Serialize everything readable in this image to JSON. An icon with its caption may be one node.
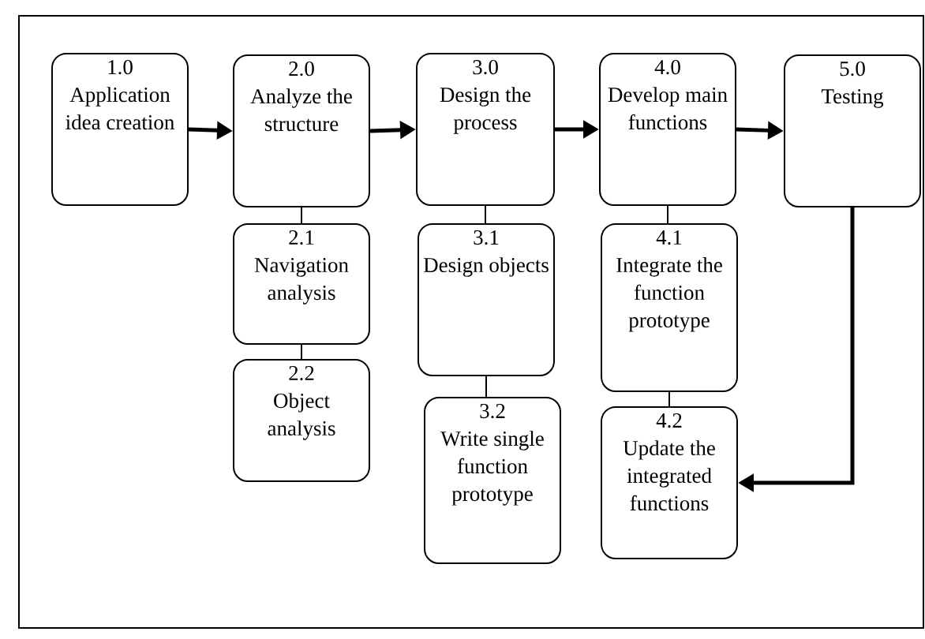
{
  "diagram": {
    "nodes": [
      {
        "text": [
          "1.0",
          "Application idea creation"
        ]
      },
      {
        "text": [
          "2.0",
          "Analyze the structure"
        ]
      },
      {
        "text": [
          "2.1",
          "Navigation analysis"
        ]
      },
      {
        "text": [
          "2.2",
          "Object analysis"
        ]
      },
      {
        "text": [
          "3.0",
          "Design the process"
        ]
      },
      {
        "text": [
          "3.1",
          "Design objects"
        ]
      },
      {
        "text": [
          "3.2",
          "Write single function prototype"
        ]
      },
      {
        "text": [
          "4.0",
          "Develop main functions"
        ]
      },
      {
        "text": [
          "4.1",
          "Integrate the function prototype"
        ]
      },
      {
        "text": [
          "4.2",
          "Update the integrated functions"
        ]
      },
      {
        "text": [
          "5.0",
          "Testing"
        ]
      }
    ],
    "edges": [
      {
        "from": 0,
        "to": 1,
        "arrow": "to",
        "style": "thick"
      },
      {
        "from": 1,
        "to": 4,
        "arrow": "to",
        "style": "thick"
      },
      {
        "from": 4,
        "to": 7,
        "arrow": "to",
        "style": "thick"
      },
      {
        "from": 7,
        "to": 10,
        "arrow": "to",
        "style": "thick"
      },
      {
        "from": 1,
        "to": 2,
        "arrow": "none"
      },
      {
        "from": 2,
        "to": 3,
        "arrow": "none"
      },
      {
        "from": 4,
        "to": 5,
        "arrow": "none"
      },
      {
        "from": 5,
        "to": 6,
        "arrow": "none"
      },
      {
        "from": 7,
        "to": 8,
        "arrow": "none"
      },
      {
        "from": 8,
        "to": 9,
        "arrow": "none"
      },
      {
        "from": 10,
        "to": 9,
        "arrow": "to",
        "style": "thick"
      }
    ]
  }
}
